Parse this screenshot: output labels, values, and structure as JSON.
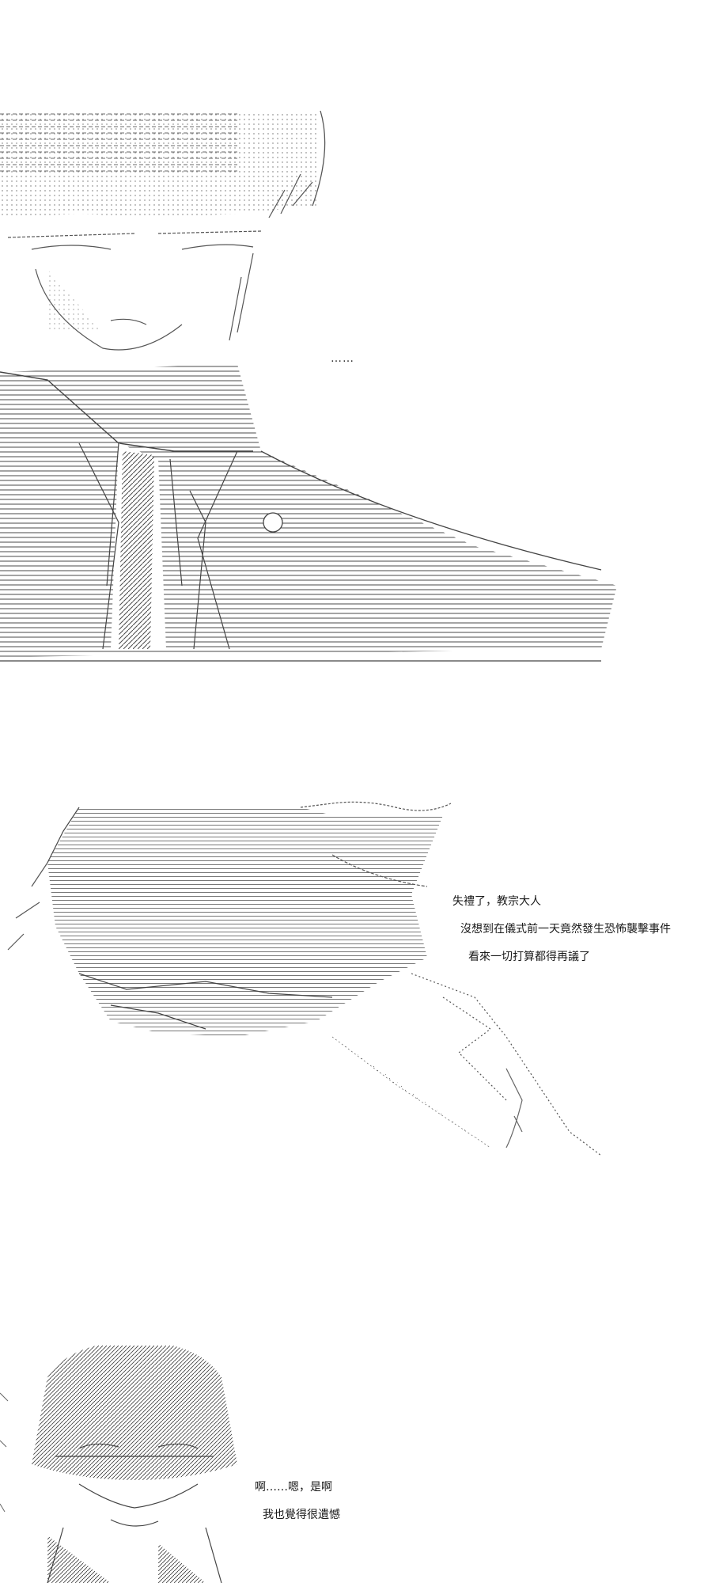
{
  "colors": {
    "background": "#ffffff",
    "ink": "#3a3a3a",
    "text": "#1a1a1a"
  },
  "panel_1": {
    "ellipsis": "……"
  },
  "panel_2": {
    "lines": [
      "失禮了，教宗大人",
      "沒想到在儀式前一天竟然發生恐怖襲擊事件",
      "看來一切打算都得再議了"
    ]
  },
  "panel_3": {
    "lines": [
      "啊……嗯，是啊",
      "我也覺得很遺憾"
    ]
  }
}
